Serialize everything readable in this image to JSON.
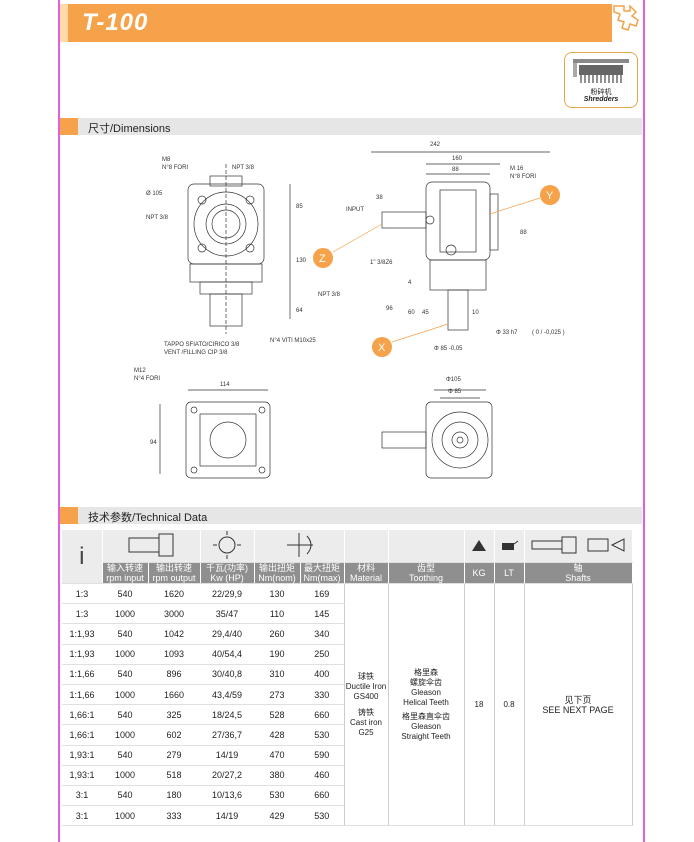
{
  "header": {
    "title": "T-100"
  },
  "badge": {
    "cn": "粉碎机",
    "en": "Shredders"
  },
  "sections": {
    "dimensions": "尺寸/Dimensions",
    "technical": "技术参数/Technical Data"
  },
  "drawing_labels": {
    "m8": "M8",
    "n8fori": "N°8 FORI",
    "npt38a": "NPT 3/8",
    "phi105": "Ø 105",
    "npt38b": "NPT 3/8",
    "d85": "85",
    "d130": "130",
    "d64": "64",
    "npt38c": "NPT 3/8",
    "n4viti": "N°4 VITI M10x25",
    "tappo1": "TAPPO SFIATO/CIRICO 3/8",
    "tappo2": "VENT /FILLING CIP 3/8",
    "d242": "242",
    "d160": "160",
    "d88": "88",
    "d38": "38",
    "input": "INPUT",
    "m16": "M 16",
    "n8fori2": "N°8 FORI",
    "y": "Y",
    "z": "Z",
    "x": "X",
    "spline": "1\" 3/8Z6",
    "d88b": "88",
    "d4": "4",
    "d60": "60",
    "d45": "45",
    "d96": "96",
    "d10": "10",
    "phi33": "Φ 33 h7",
    "tol": "( 0 / -0,025 )",
    "phi85": "Φ 85 -0,05",
    "m12": "M12",
    "n4fori": "N°4 FORI",
    "d114": "114",
    "d94": "94",
    "phi105b": "Φ105",
    "phi85b": "Φ 85"
  },
  "table": {
    "i": "i",
    "headers": [
      "输入转速\nrpm input",
      "输出转速\nrpm output",
      "千瓦(功率)\nKw (HP)",
      "输出扭矩\nNm(nom)",
      "最大扭矩\nNm(max)",
      "材料\nMaterial",
      "齿型\nToothing",
      "KG",
      "LT",
      "轴\nShafts"
    ],
    "rows": [
      [
        "1:3",
        "540",
        "1620",
        "22/29,9",
        "130",
        "169"
      ],
      [
        "1:3",
        "1000",
        "3000",
        "35/47",
        "110",
        "145"
      ],
      [
        "1:1,93",
        "540",
        "1042",
        "29,4/40",
        "260",
        "340"
      ],
      [
        "1:1,93",
        "1000",
        "1093",
        "40/54,4",
        "190",
        "250"
      ],
      [
        "1:1,66",
        "540",
        "896",
        "30/40,8",
        "310",
        "400"
      ],
      [
        "1:1,66",
        "1000",
        "1660",
        "43,4/59",
        "273",
        "330"
      ],
      [
        "1,66:1",
        "540",
        "325",
        "18/24,5",
        "528",
        "660"
      ],
      [
        "1,66:1",
        "1000",
        "602",
        "27/36,7",
        "428",
        "530"
      ],
      [
        "1,93:1",
        "540",
        "279",
        "14/19",
        "470",
        "590"
      ],
      [
        "1,93:1",
        "1000",
        "518",
        "20/27,2",
        "380",
        "460"
      ],
      [
        "3:1",
        "540",
        "180",
        "10/13,6",
        "530",
        "660"
      ],
      [
        "3:1",
        "1000",
        "333",
        "14/19",
        "429",
        "530"
      ]
    ],
    "material": {
      "cn1": "球铁",
      "en1a": "Ductile Iron",
      "en1b": "GS400",
      "cn2": "铸铁",
      "en2a": "Cast iron",
      "en2b": "G25"
    },
    "toothing": {
      "cn1a": "格里森",
      "cn1b": "螺旋伞齿",
      "en1a": "Gleason",
      "en1b": "Helical Teeth",
      "cn2": "格里森直伞齿",
      "en2a": "Gleason",
      "en2b": "Straight Teeth"
    },
    "kg": "18",
    "lt": "0.8",
    "shafts": {
      "cn": "见下页",
      "en": "SEE NEXT PAGE"
    }
  },
  "colors": {
    "accent": "#f6a24a",
    "frame": "#e060e0",
    "header_gray": "#8f8f8f"
  }
}
